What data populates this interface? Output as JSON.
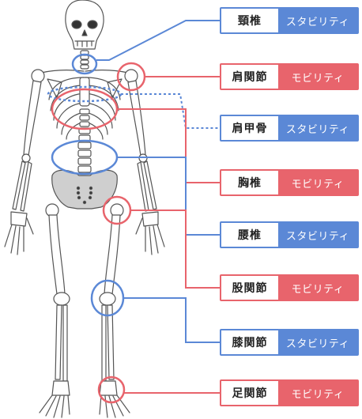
{
  "colors": {
    "stability": "#5b88d6",
    "mobility": "#e8646c",
    "bone_stroke": "#555555",
    "pelvis_fill": "#cfcfcf"
  },
  "labels": [
    {
      "name": "頸椎",
      "role": "スタビリティ",
      "type": "stability"
    },
    {
      "name": "肩関節",
      "role": "モビリティ",
      "type": "mobility"
    },
    {
      "name": "肩甲骨",
      "role": "スタビリティ",
      "type": "stability"
    },
    {
      "name": "胸椎",
      "role": "モビリティ",
      "type": "mobility"
    },
    {
      "name": "腰椎",
      "role": "スタビリティ",
      "type": "stability"
    },
    {
      "name": "股関節",
      "role": "モビリティ",
      "type": "mobility"
    },
    {
      "name": "膝関節",
      "role": "スタビリティ",
      "type": "stability"
    },
    {
      "name": "足関節",
      "role": "モビリティ",
      "type": "mobility"
    }
  ]
}
